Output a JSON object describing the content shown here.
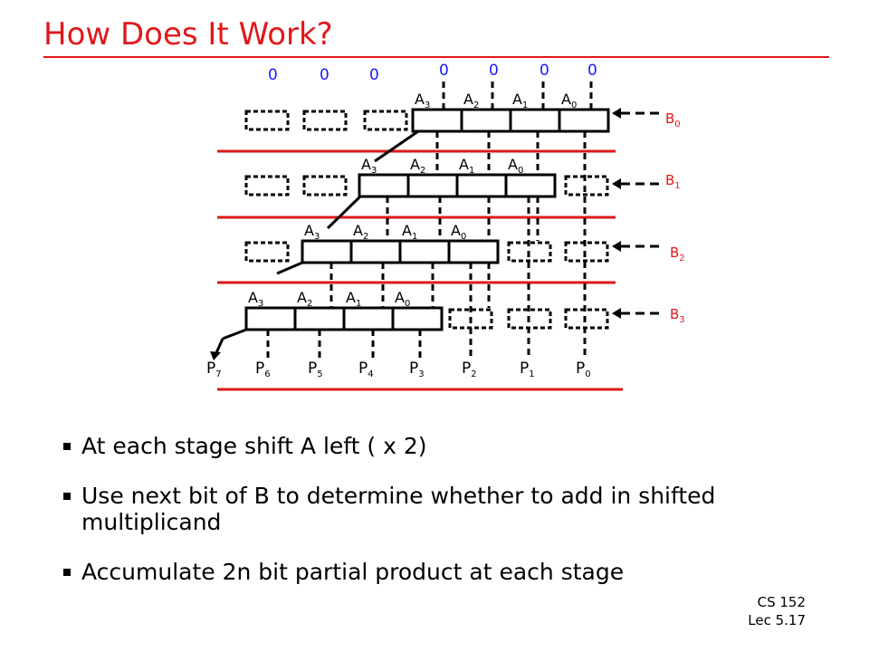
{
  "slide": {
    "title": "How Does It Work?",
    "bullets": [
      "At each stage shift A left ( x 2)",
      "Use next bit of B to determine whether to add in shifted multiplicand",
      "Accumulate 2n bit partial product at each stage"
    ],
    "footer": {
      "course": "CS 152",
      "lecture": "Lec 5.17"
    }
  },
  "diagram": {
    "zeros_left": [
      "0",
      "0",
      "0"
    ],
    "zeros_right": [
      "0",
      "0",
      "0",
      "0"
    ],
    "stages": [
      {
        "a_labels": [
          {
            "b": "A",
            "s": "3"
          },
          {
            "b": "A",
            "s": "2"
          },
          {
            "b": "A",
            "s": "1"
          },
          {
            "b": "A",
            "s": "0"
          }
        ],
        "b_label": {
          "b": "B",
          "s": "0"
        }
      },
      {
        "a_labels": [
          {
            "b": "A",
            "s": "3"
          },
          {
            "b": "A",
            "s": "2"
          },
          {
            "b": "A",
            "s": "1"
          },
          {
            "b": "A",
            "s": "0"
          }
        ],
        "b_label": {
          "b": "B",
          "s": "1"
        }
      },
      {
        "a_labels": [
          {
            "b": "A",
            "s": "3"
          },
          {
            "b": "A",
            "s": "2"
          },
          {
            "b": "A",
            "s": "1"
          },
          {
            "b": "A",
            "s": "0"
          }
        ],
        "b_label": {
          "b": "B",
          "s": "2"
        }
      },
      {
        "a_labels": [
          {
            "b": "A",
            "s": "3"
          },
          {
            "b": "A",
            "s": "2"
          },
          {
            "b": "A",
            "s": "1"
          },
          {
            "b": "A",
            "s": "0"
          }
        ],
        "b_label": {
          "b": "B",
          "s": "3"
        }
      }
    ],
    "products": [
      {
        "b": "P",
        "s": "7"
      },
      {
        "b": "P",
        "s": "6"
      },
      {
        "b": "P",
        "s": "5"
      },
      {
        "b": "P",
        "s": "4"
      },
      {
        "b": "P",
        "s": "3"
      },
      {
        "b": "P",
        "s": "2"
      },
      {
        "b": "P",
        "s": "1"
      },
      {
        "b": "P",
        "s": "0"
      }
    ],
    "colors": {
      "red": "#e0181b",
      "blue": "#1a1aff",
      "black": "#000000"
    }
  }
}
